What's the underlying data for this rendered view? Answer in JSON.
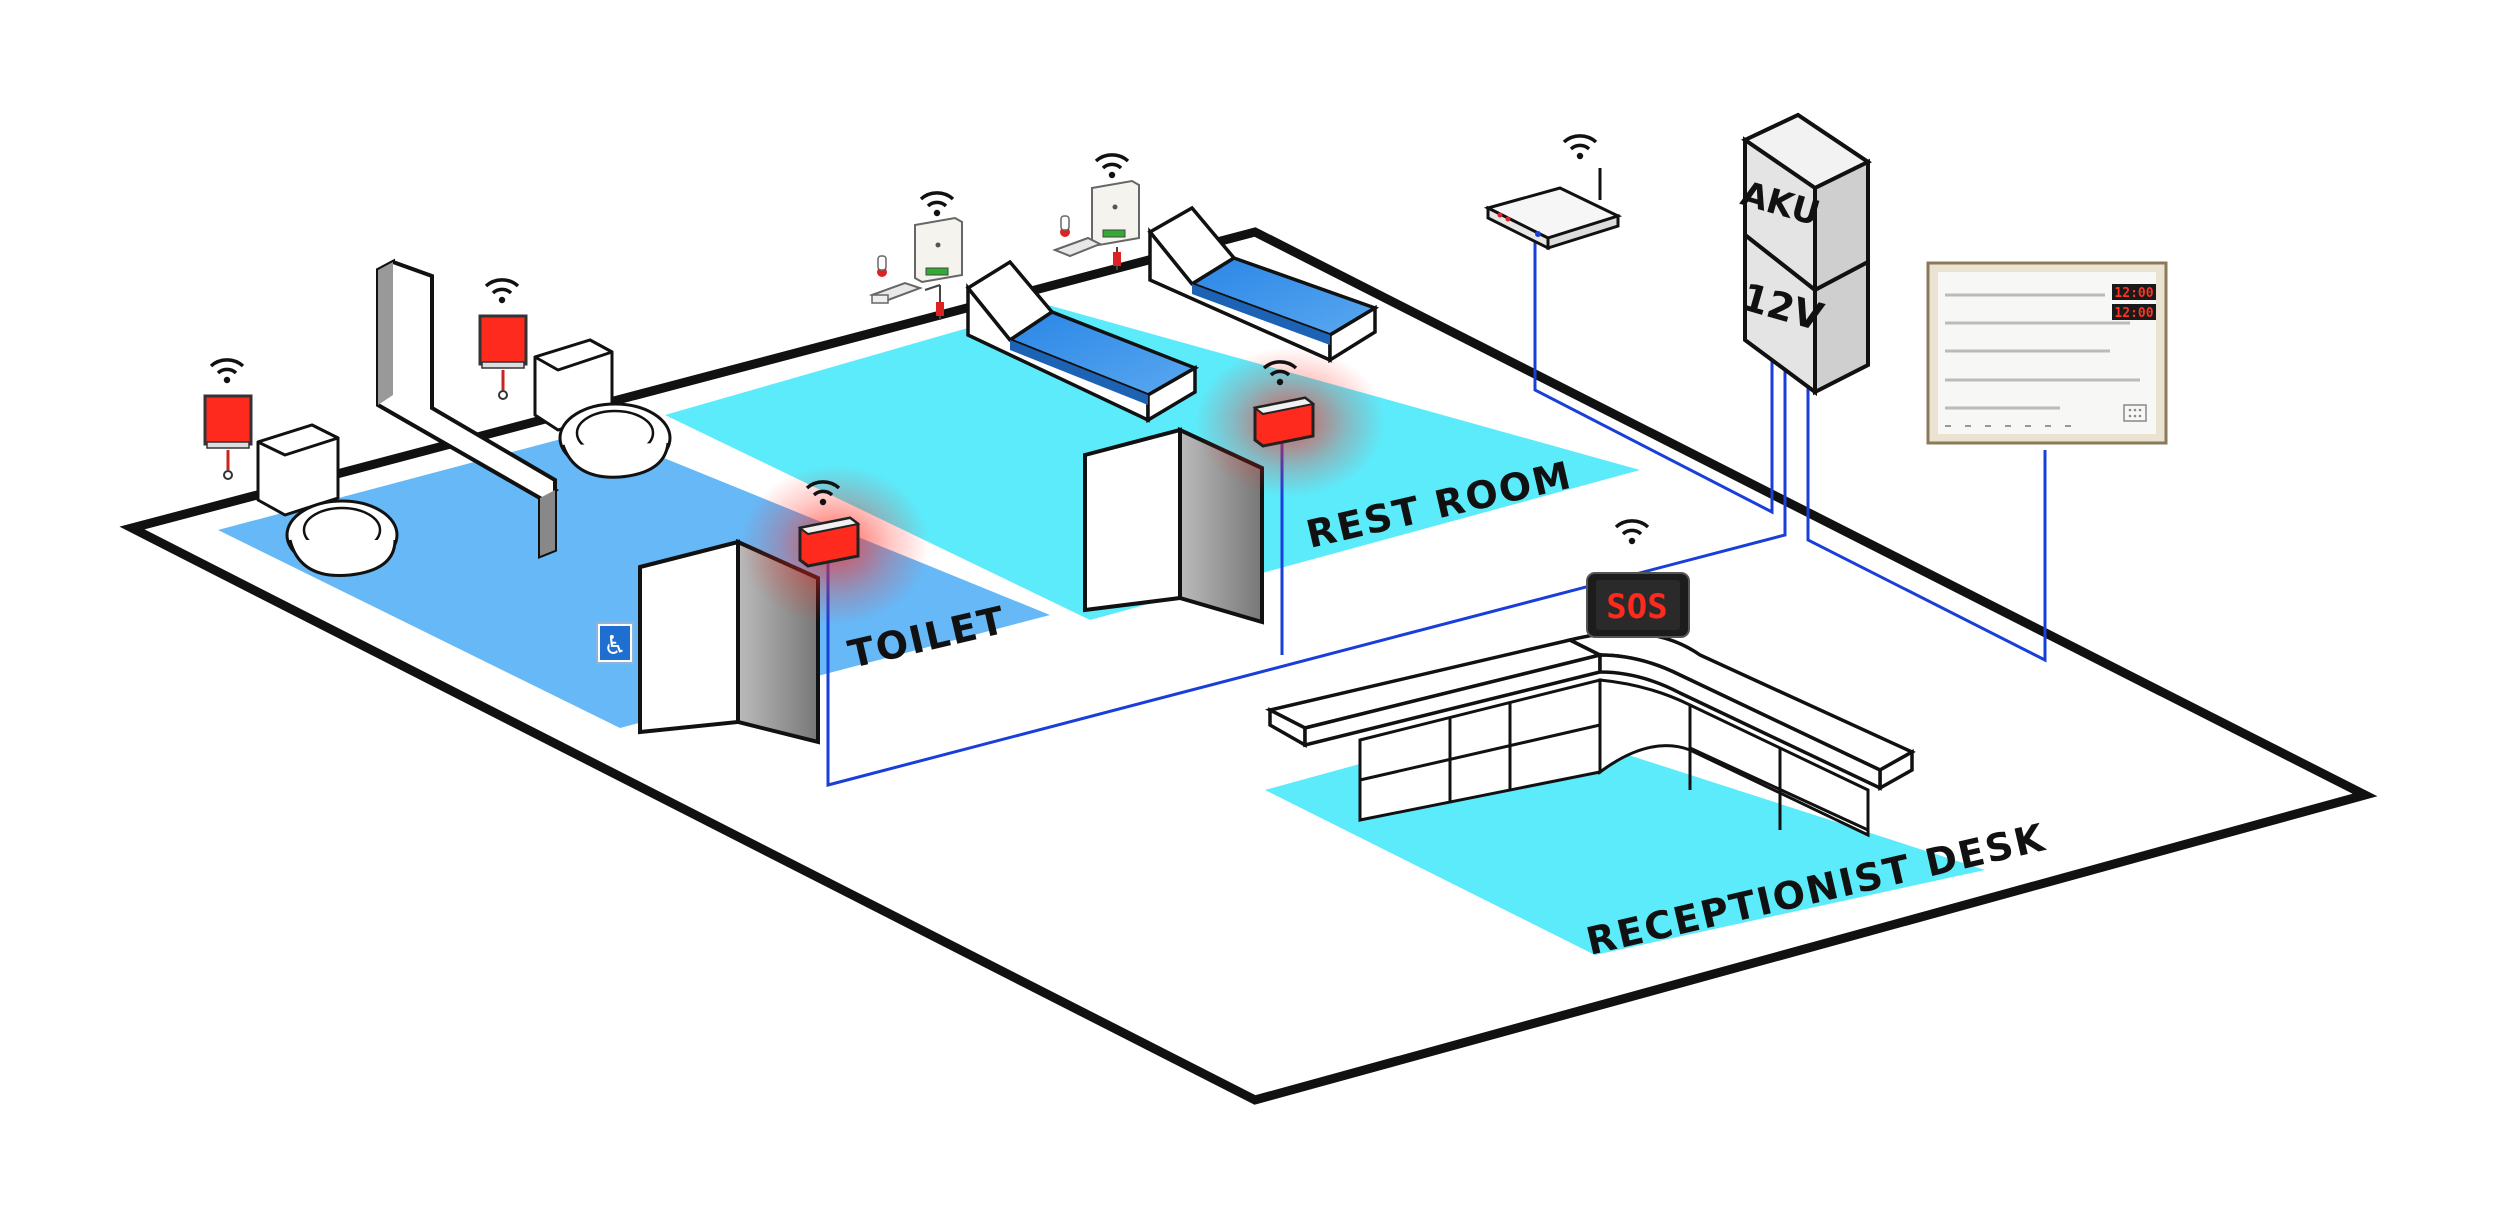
{
  "labels": {
    "toilet": "TOILET",
    "rest_room": "REST ROOM",
    "receptionist_desk": "RECEPTIONIST DESK"
  },
  "power_unit": {
    "top": "AKU",
    "bottom": "12V"
  },
  "display": {
    "sos": "SOS",
    "panel_time_1": "12:00",
    "panel_time_2": "12:00"
  },
  "colors": {
    "floor_cyan": "#5cebfb",
    "toilet_blue": "#66b8f7",
    "mattress_blue": "#2e8ee8",
    "alarm_red": "#ff2a1e",
    "wire_blue": "#1a3fd8",
    "outline": "#111111"
  },
  "icons": [
    "wifi-icon",
    "wheelchair-icon",
    "router-icon",
    "call-button-icon",
    "door-alarm-icon"
  ]
}
